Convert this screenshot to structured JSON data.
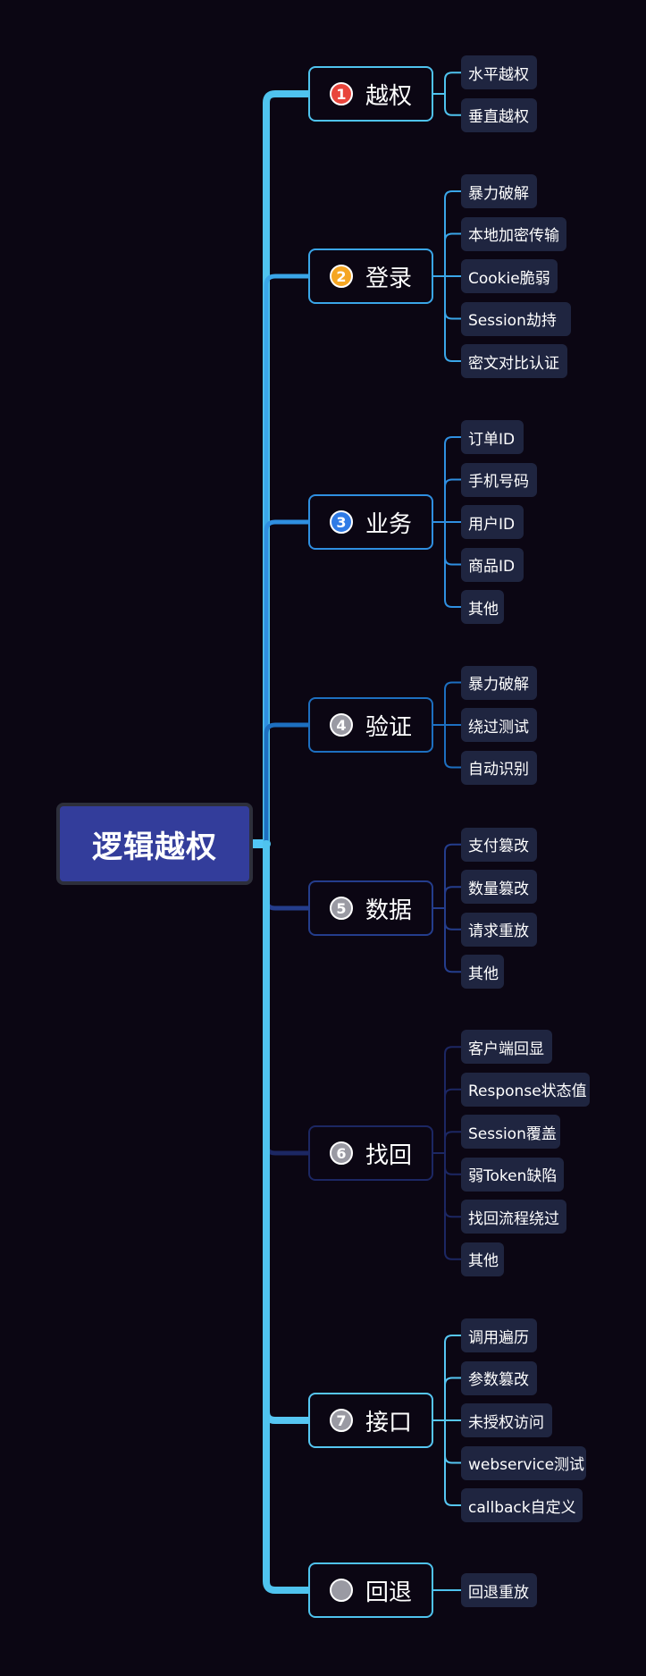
{
  "root": {
    "label": "逻辑越权"
  },
  "branches": [
    {
      "number": "1",
      "label": "越权",
      "badge_color": "#e8453c",
      "border_color": "#4fc3ee",
      "children": [
        "水平越权",
        "垂直越权"
      ]
    },
    {
      "number": "2",
      "label": "登录",
      "badge_color": "#f5a623",
      "border_color": "#3aa6e8",
      "children": [
        "暴力破解",
        "本地加密传输",
        "Cookie脆弱",
        "Session劫持",
        "密文对比认证"
      ]
    },
    {
      "number": "3",
      "label": "业务",
      "badge_color": "#2f7be6",
      "border_color": "#2f8fe0",
      "children": [
        "订单ID",
        "手机号码",
        "用户ID",
        "商品ID",
        "其他"
      ]
    },
    {
      "number": "4",
      "label": "验证",
      "badge_color": "#9a9aa3",
      "border_color": "#1d6fc0",
      "children": [
        "暴力破解",
        "绕过测试",
        "自动识别"
      ]
    },
    {
      "number": "5",
      "label": "数据",
      "badge_color": "#9a9aa3",
      "border_color": "#243d8c",
      "children": [
        "支付篡改",
        "数量篡改",
        "请求重放",
        "其他"
      ]
    },
    {
      "number": "6",
      "label": "找回",
      "badge_color": "#9a9aa3",
      "border_color": "#1c2763",
      "children": [
        "客户端回显",
        "Response状态值",
        "Session覆盖",
        "弱Token缺陷",
        "找回流程绕过",
        "其他"
      ]
    },
    {
      "number": "7",
      "label": "接口",
      "badge_color": "#9a9aa3",
      "border_color": "#56c6f2",
      "children": [
        "调用遍历",
        "参数篡改",
        "未授权访问",
        "webservice测试",
        "callback自定义"
      ]
    },
    {
      "number": "",
      "label": "回退",
      "badge_color": "#9a9aa3",
      "border_color": "#4fc3ee",
      "children": [
        "回退重放"
      ]
    }
  ]
}
